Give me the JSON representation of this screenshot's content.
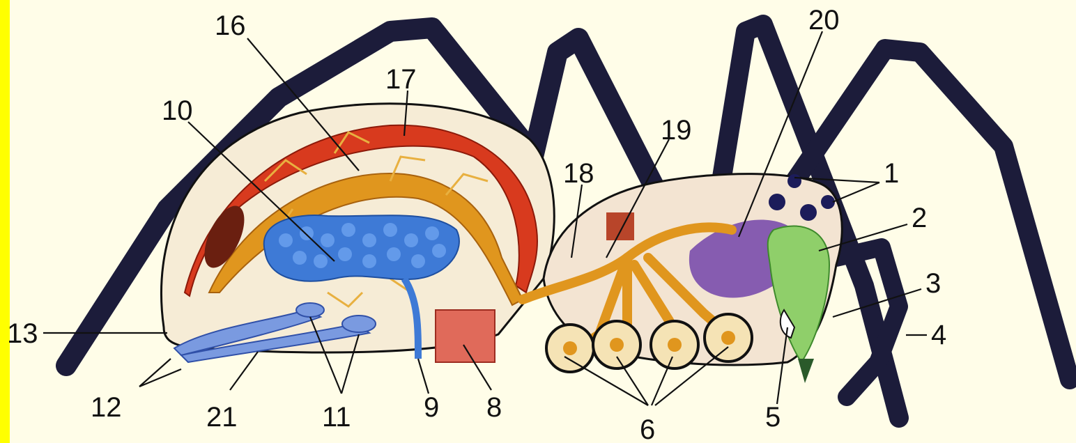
{
  "colors": {
    "background": "#fffde8",
    "left_strip": "#ffff00",
    "legs": "#1c1c3a",
    "body_fill": "#f6ecd6",
    "heart": "#d83a1e",
    "gut": "#e0961e",
    "eggs": "#3e7ad6",
    "nerves": "#6a3aa8",
    "venom_gland": "#8fcf6a"
  },
  "labels": {
    "l1": "1",
    "l2": "2",
    "l3": "3",
    "l4": "4",
    "l5": "5",
    "l6": "6",
    "l8": "8",
    "l9": "9",
    "l10": "10",
    "l11": "11",
    "l12": "12",
    "l13": "13",
    "l16": "16",
    "l17": "17",
    "l18": "18",
    "l19": "19",
    "l20": "20",
    "l21": "21"
  }
}
